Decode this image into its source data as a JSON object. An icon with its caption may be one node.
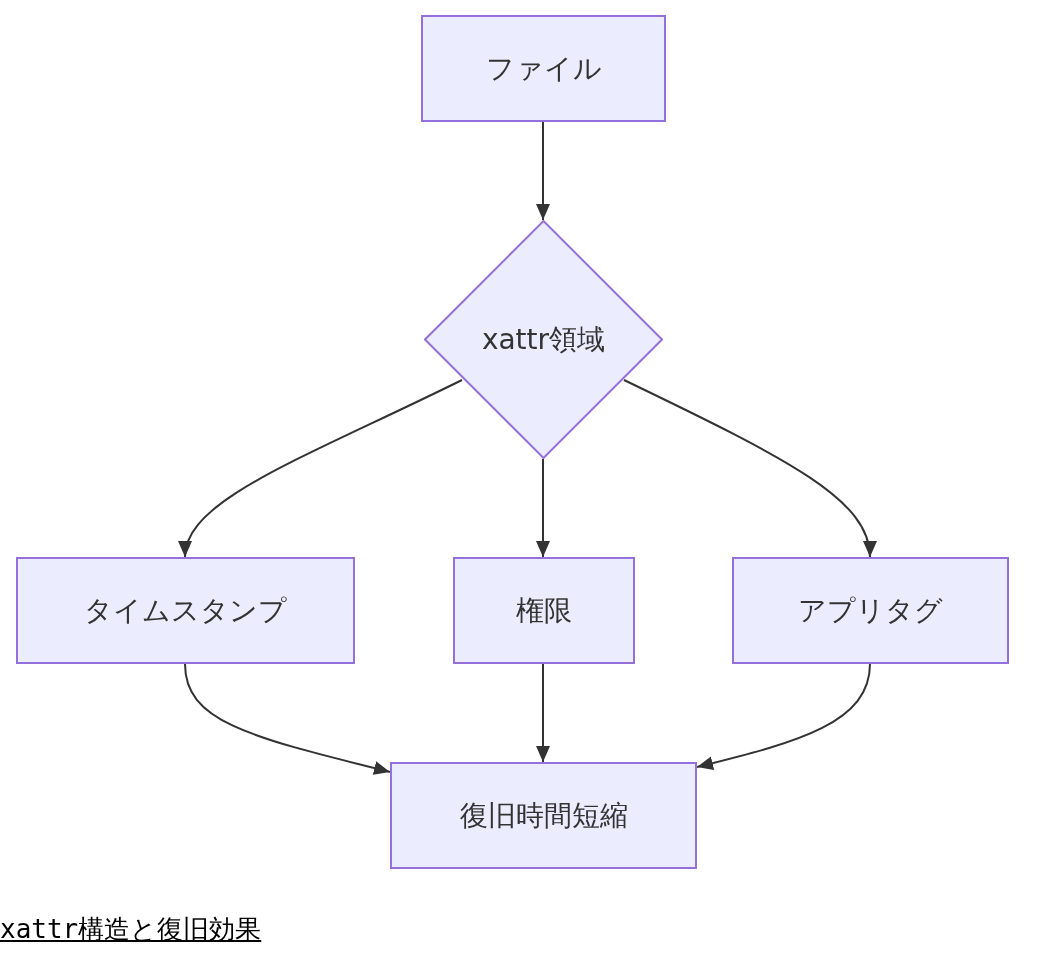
{
  "diagram": {
    "caption": "xattr構造と復旧効果",
    "nodes": [
      {
        "text": [
          "ファイル"
        ]
      },
      {
        "text": [
          "xattr領域"
        ]
      },
      {
        "text": [
          "タイムスタンプ"
        ]
      },
      {
        "text": [
          "権限"
        ]
      },
      {
        "text": [
          "アプリタグ"
        ]
      },
      {
        "text": [
          "復旧時間短縮"
        ]
      }
    ],
    "edges": [
      {
        "from": 0,
        "to": 1,
        "arrow": "to"
      },
      {
        "from": 1,
        "to": 2,
        "arrow": "to"
      },
      {
        "from": 1,
        "to": 3,
        "arrow": "to"
      },
      {
        "from": 1,
        "to": 4,
        "arrow": "to"
      },
      {
        "from": 2,
        "to": 5,
        "arrow": "to"
      },
      {
        "from": 3,
        "to": 5,
        "arrow": "to"
      },
      {
        "from": 4,
        "to": 5,
        "arrow": "to"
      }
    ]
  }
}
